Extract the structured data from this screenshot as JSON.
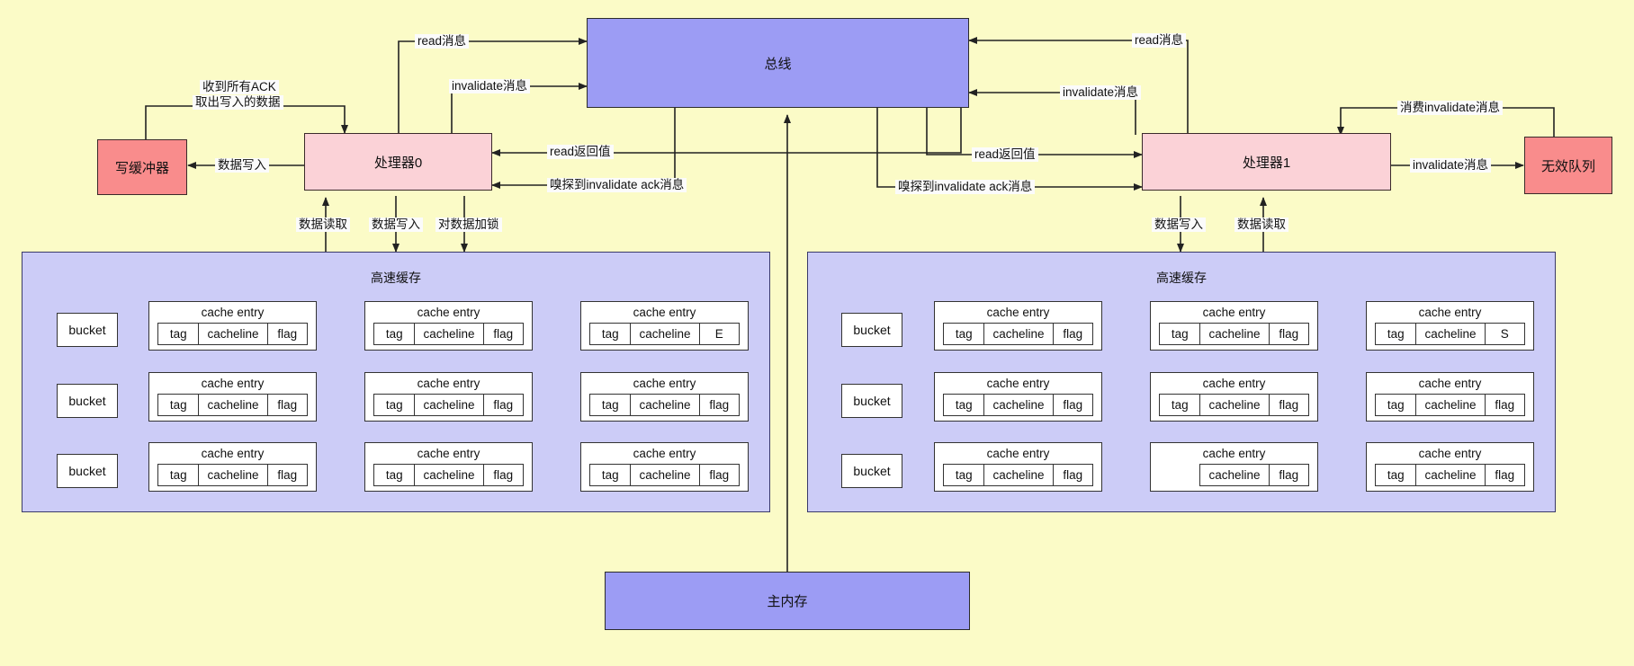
{
  "diagram": {
    "title": "MESI cache coherence with store buffer and invalidate queue",
    "background": "#fbfbc7",
    "colors": {
      "bus": "#9c9cf4",
      "memory": "#9c9cf4",
      "processor": "#fbd2d7",
      "buffer": "#f98c8c",
      "cache_region": "#ccccf7",
      "entry": "#ffffff",
      "stroke": "#333333"
    }
  },
  "nodes": {
    "bus": "总线",
    "main_memory": "主内存",
    "processor0": "处理器0",
    "processor1": "处理器1",
    "write_buffer": "写缓冲器",
    "invalid_queue": "无效队列",
    "cache_left_title": "高速缓存",
    "cache_right_title": "高速缓存"
  },
  "edge_labels": {
    "p0_read_msg": "read消息",
    "p0_invalidate_msg": "invalidate消息",
    "p0_read_return": "read返回值",
    "p0_sniff_invalidate_ack": "嗅探到invalidate ack消息",
    "p1_read_msg": "read消息",
    "p1_invalidate_msg": "invalidate消息",
    "p1_read_return": "read返回值",
    "p1_sniff_invalidate_ack": "嗅探到invalidate ack消息",
    "wb_ack_line1": "收到所有ACK",
    "wb_ack_line2": "取出写入的数据",
    "wb_data_write": "数据写入",
    "p0_data_read": "数据读取",
    "p0_data_write": "数据写入",
    "p0_data_lock": "对数据加锁",
    "p1_data_write": "数据写入",
    "p1_data_read": "数据读取",
    "iq_invalidate_msg": "invalidate消息",
    "iq_consume_invalidate": "消费invalidate消息"
  },
  "cache_left": {
    "bucket_label": "bucket",
    "entry_title": "cache entry",
    "rows": [
      {
        "bucket": "bucket",
        "entries": [
          {
            "tag": "tag",
            "cacheline": "cacheline",
            "flag": "flag"
          },
          {
            "tag": "tag",
            "cacheline": "cacheline",
            "flag": "flag"
          },
          {
            "tag": "tag",
            "cacheline": "cacheline",
            "flag": "E"
          }
        ]
      },
      {
        "bucket": "bucket",
        "entries": [
          {
            "tag": "tag",
            "cacheline": "cacheline",
            "flag": "flag"
          },
          {
            "tag": "tag",
            "cacheline": "cacheline",
            "flag": "flag"
          },
          {
            "tag": "tag",
            "cacheline": "cacheline",
            "flag": "flag"
          }
        ]
      },
      {
        "bucket": "bucket",
        "entries": [
          {
            "tag": "tag",
            "cacheline": "cacheline",
            "flag": "flag"
          },
          {
            "tag": "tag",
            "cacheline": "cacheline",
            "flag": "flag"
          },
          {
            "tag": "tag",
            "cacheline": "cacheline",
            "flag": "flag"
          }
        ]
      }
    ]
  },
  "cache_right": {
    "bucket_label": "bucket",
    "entry_title": "cache entry",
    "rows": [
      {
        "bucket": "bucket",
        "entries": [
          {
            "tag": "tag",
            "cacheline": "cacheline",
            "flag": "flag"
          },
          {
            "tag": "tag",
            "cacheline": "cacheline",
            "flag": "flag"
          },
          {
            "tag": "tag",
            "cacheline": "cacheline",
            "flag": "S"
          }
        ]
      },
      {
        "bucket": "bucket",
        "entries": [
          {
            "tag": "tag",
            "cacheline": "cacheline",
            "flag": "flag"
          },
          {
            "tag": "tag",
            "cacheline": "cacheline",
            "flag": "flag"
          },
          {
            "tag": "tag",
            "cacheline": "cacheline",
            "flag": "flag"
          }
        ]
      },
      {
        "bucket": "bucket",
        "entries": [
          {
            "tag": "tag",
            "cacheline": "cacheline",
            "flag": "flag"
          },
          {
            "tag": "",
            "cacheline": "cacheline",
            "flag": "flag"
          },
          {
            "tag": "tag",
            "cacheline": "cacheline",
            "flag": "flag"
          }
        ]
      }
    ]
  }
}
